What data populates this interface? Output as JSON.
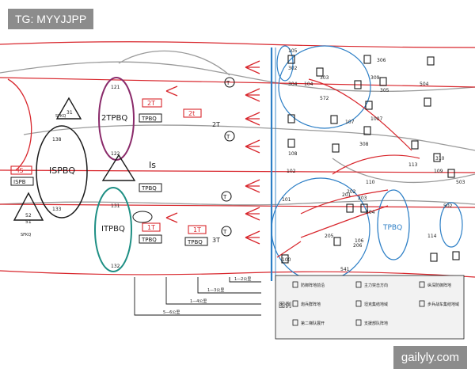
{
  "watermarks": {
    "top_left": "TG: MYYJJPP",
    "bottom_right": "gailyly.com"
  },
  "colors": {
    "red": "#d8262c",
    "blue": "#2d7fc6",
    "black": "#1a1a1a",
    "purple": "#8a2a6a",
    "teal": "#1e8f84",
    "grey": "#9a9a9a",
    "legendbg": "#f2f2f2"
  },
  "units": {
    "spbq1": "ISPBQ",
    "tpbq1": "ITPBQ",
    "tpbq2": "2TPBQ",
    "tpbq_right": "TPBQ",
    "tpbq_small": "TPBQ",
    "spb": "ISPB",
    "is_tag": "IS",
    "is_label": "Is",
    "it_tag1": "1T",
    "it_tag2": "1T",
    "t2_tag1": "2T",
    "t2_tag2": "2t",
    "t2_mid": "2T",
    "t3_mid": "3T",
    "sfkq": "SFKQ",
    "sfkq2": "SFKQ",
    "t1": "T",
    "t2": "T",
    "t3": "T",
    "t4": "T"
  },
  "numbers": [
    "105",
    "302",
    "303",
    "306",
    "304",
    "309",
    "504",
    "572",
    "305",
    "107",
    "1007",
    "308",
    "310",
    "503",
    "201",
    "202",
    "203",
    "204",
    "205",
    "206",
    "502",
    "541",
    "110",
    "113",
    "101",
    "102",
    "100",
    "104",
    "108",
    "106",
    "109",
    "114",
    "131",
    "132",
    "138",
    "133",
    "122",
    "121",
    "52",
    "51",
    "31"
  ],
  "scale_labels": [
    "1—2公里",
    "1—3公里",
    "1—4公里",
    "5—6公里"
  ],
  "legend": {
    "title": "图例",
    "items": [
      "防御阵地前沿",
      "主力突击方向",
      "纵深防御阵地",
      "炮兵群阵地",
      "坦克集结地域",
      "步兵战车集结地域",
      "第二梯队展开",
      "支援部队阵地"
    ]
  }
}
